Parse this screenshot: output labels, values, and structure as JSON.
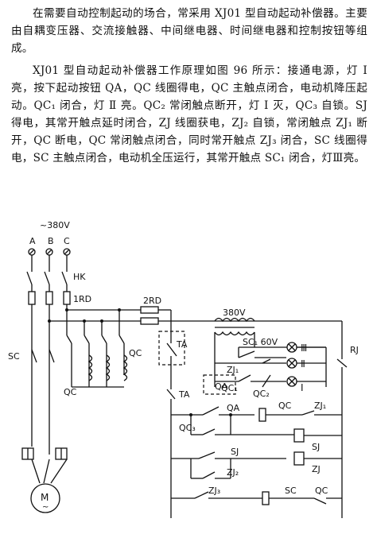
{
  "text": {
    "para1": "在需要自动控制起动的场合，常采用 XJ01 型自动起动补偿器。主要由自耦变压器、交流接触器、中间继电器、时间继电器和控制按钮等组成。",
    "para2": "XJ01 型自动起动补偿器工作原理如图 96 所示：接通电源，灯 Ⅰ 亮，按下起动按钮 QA，QC 线圈得电，QC 主触点闭合，电动机降压起动。QC₁ 闭合，灯 Ⅱ 亮。QC₂ 常闭触点断开，灯 Ⅰ 灭，QC₃ 自锁。SJ 得电，其常开触点延时闭合，ZJ 线圈获电，ZJ₂ 自锁，常闭触点 ZJ₁ 断开，QC 断电，QC 常闭触点闭合，同时常开触点 ZJ₃ 闭合，SC 线圈得电，SC 主触点闭合，电动机全压运行，其常开触点 SC₁ 闭合，灯Ⅲ亮。"
  },
  "diagram": {
    "supply": "~380V",
    "phases": [
      "A",
      "B",
      "C"
    ],
    "hk": "HK",
    "fuse1": "1RD",
    "fuse2": "2RD",
    "transformer": "380V",
    "sc": "SC",
    "qc": "QC",
    "qc_left": "QC",
    "ta": "TA",
    "ta2": "TA",
    "sc1_60v": "SC₁ 60V",
    "lamp3": "Ⅲ",
    "lamp2": "Ⅱ",
    "lamp1": "Ⅰ",
    "zj1_label": "ZJ₁",
    "qc1_label": "QC₁",
    "qc2_label": "QC₂",
    "rj": "RJ",
    "qa_top": "QA",
    "qa": "QA",
    "qc_coil": "QC",
    "zj1_contact": "ZJ₁",
    "qc3": "QC₃",
    "sj_contact": "SJ",
    "sj_coil": "SJ",
    "zj2": "ZJ₂",
    "zj_coil": "ZJ",
    "zj3": "ZJ₃",
    "sc_coil": "SC",
    "qc_nc": "QC",
    "motor": "M",
    "motor_tilde": "~"
  }
}
